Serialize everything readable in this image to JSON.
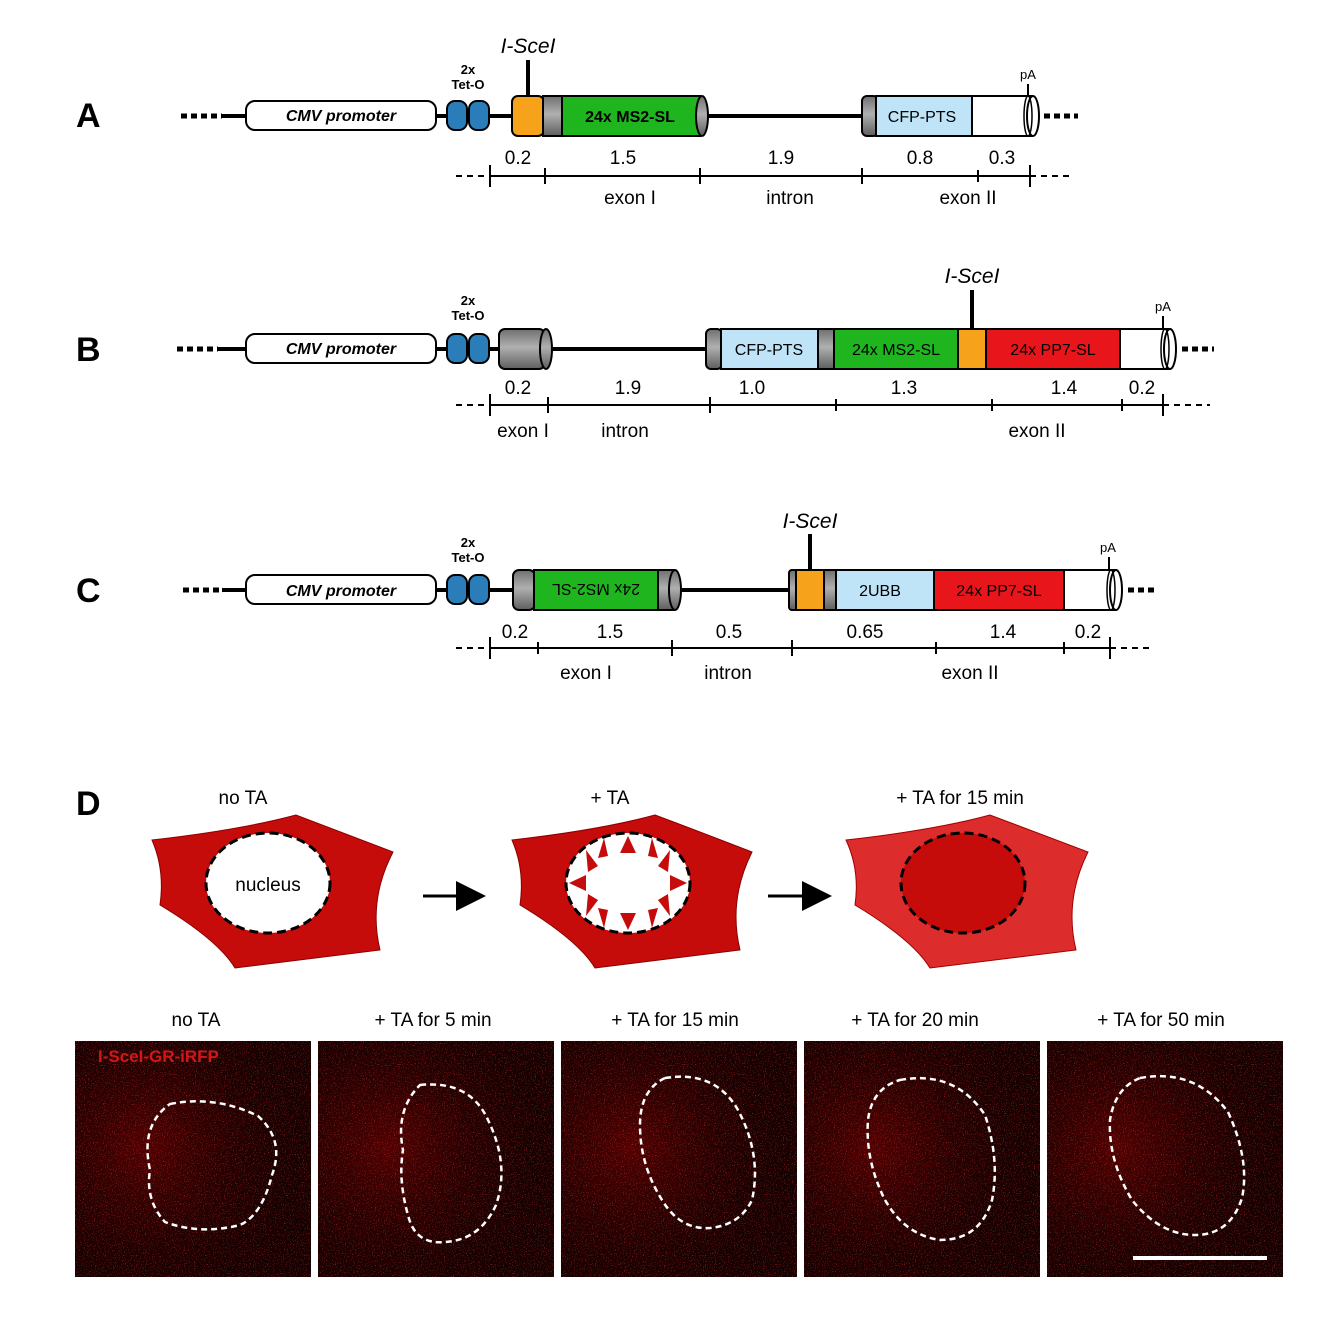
{
  "panels": {
    "A": {
      "letter": "A",
      "promoter": "CMV promoter",
      "teto": [
        "2x",
        "Tet-O"
      ],
      "site": "I-SceI",
      "box1": "24x MS2-SL",
      "box2": "CFP-PTS",
      "pA": "pA",
      "lengths": [
        "0.2",
        "1.5",
        "1.9",
        "0.8",
        "0.3"
      ],
      "regions": [
        "exon I",
        "intron",
        "exon II"
      ]
    },
    "B": {
      "letter": "B",
      "promoter": "CMV promoter",
      "teto": [
        "2x",
        "Tet-O"
      ],
      "site": "I-SceI",
      "box1": "CFP-PTS",
      "box2": "24x MS2-SL",
      "box3": "24x PP7-SL",
      "pA": "pA",
      "lengths": [
        "0.2",
        "1.9",
        "1.0",
        "1.3",
        "1.4",
        "0.2"
      ],
      "regions": [
        "exon I",
        "intron",
        "exon II"
      ]
    },
    "C": {
      "letter": "C",
      "promoter": "CMV promoter",
      "teto": [
        "2x",
        "Tet-O"
      ],
      "site": "I-SceI",
      "box1": "24x MS2-SL",
      "box2": "2UBB",
      "box3": "24x PP7-SL",
      "pA": "pA",
      "lengths": [
        "0.2",
        "1.5",
        "0.5",
        "0.65",
        "1.4",
        "0.2"
      ],
      "regions": [
        "exon I",
        "intron",
        "exon II"
      ]
    },
    "D": {
      "letter": "D",
      "cells": [
        {
          "title": "no TA",
          "nucleus": "nucleus"
        },
        {
          "title": "+ TA"
        },
        {
          "title": "+ TA for 15 min"
        }
      ],
      "micrographs": [
        {
          "title": "no TA",
          "overlay": "I-SceI-GR-iRFP"
        },
        {
          "title": "+ TA for 5 min"
        },
        {
          "title": "+ TA for 15 min"
        },
        {
          "title": "+ TA for 20 min"
        },
        {
          "title": "+ TA for 50 min"
        }
      ]
    }
  },
  "colors": {
    "orange": "#f7a21b",
    "gray": "#8c8c8c",
    "green": "#1fb51f",
    "lightblue": "#bfe3f7",
    "red": "#e8161b",
    "teto_blue": "#2a7db8",
    "cell_red": "#c60b0b",
    "cell_light": "#dc2c2c"
  }
}
